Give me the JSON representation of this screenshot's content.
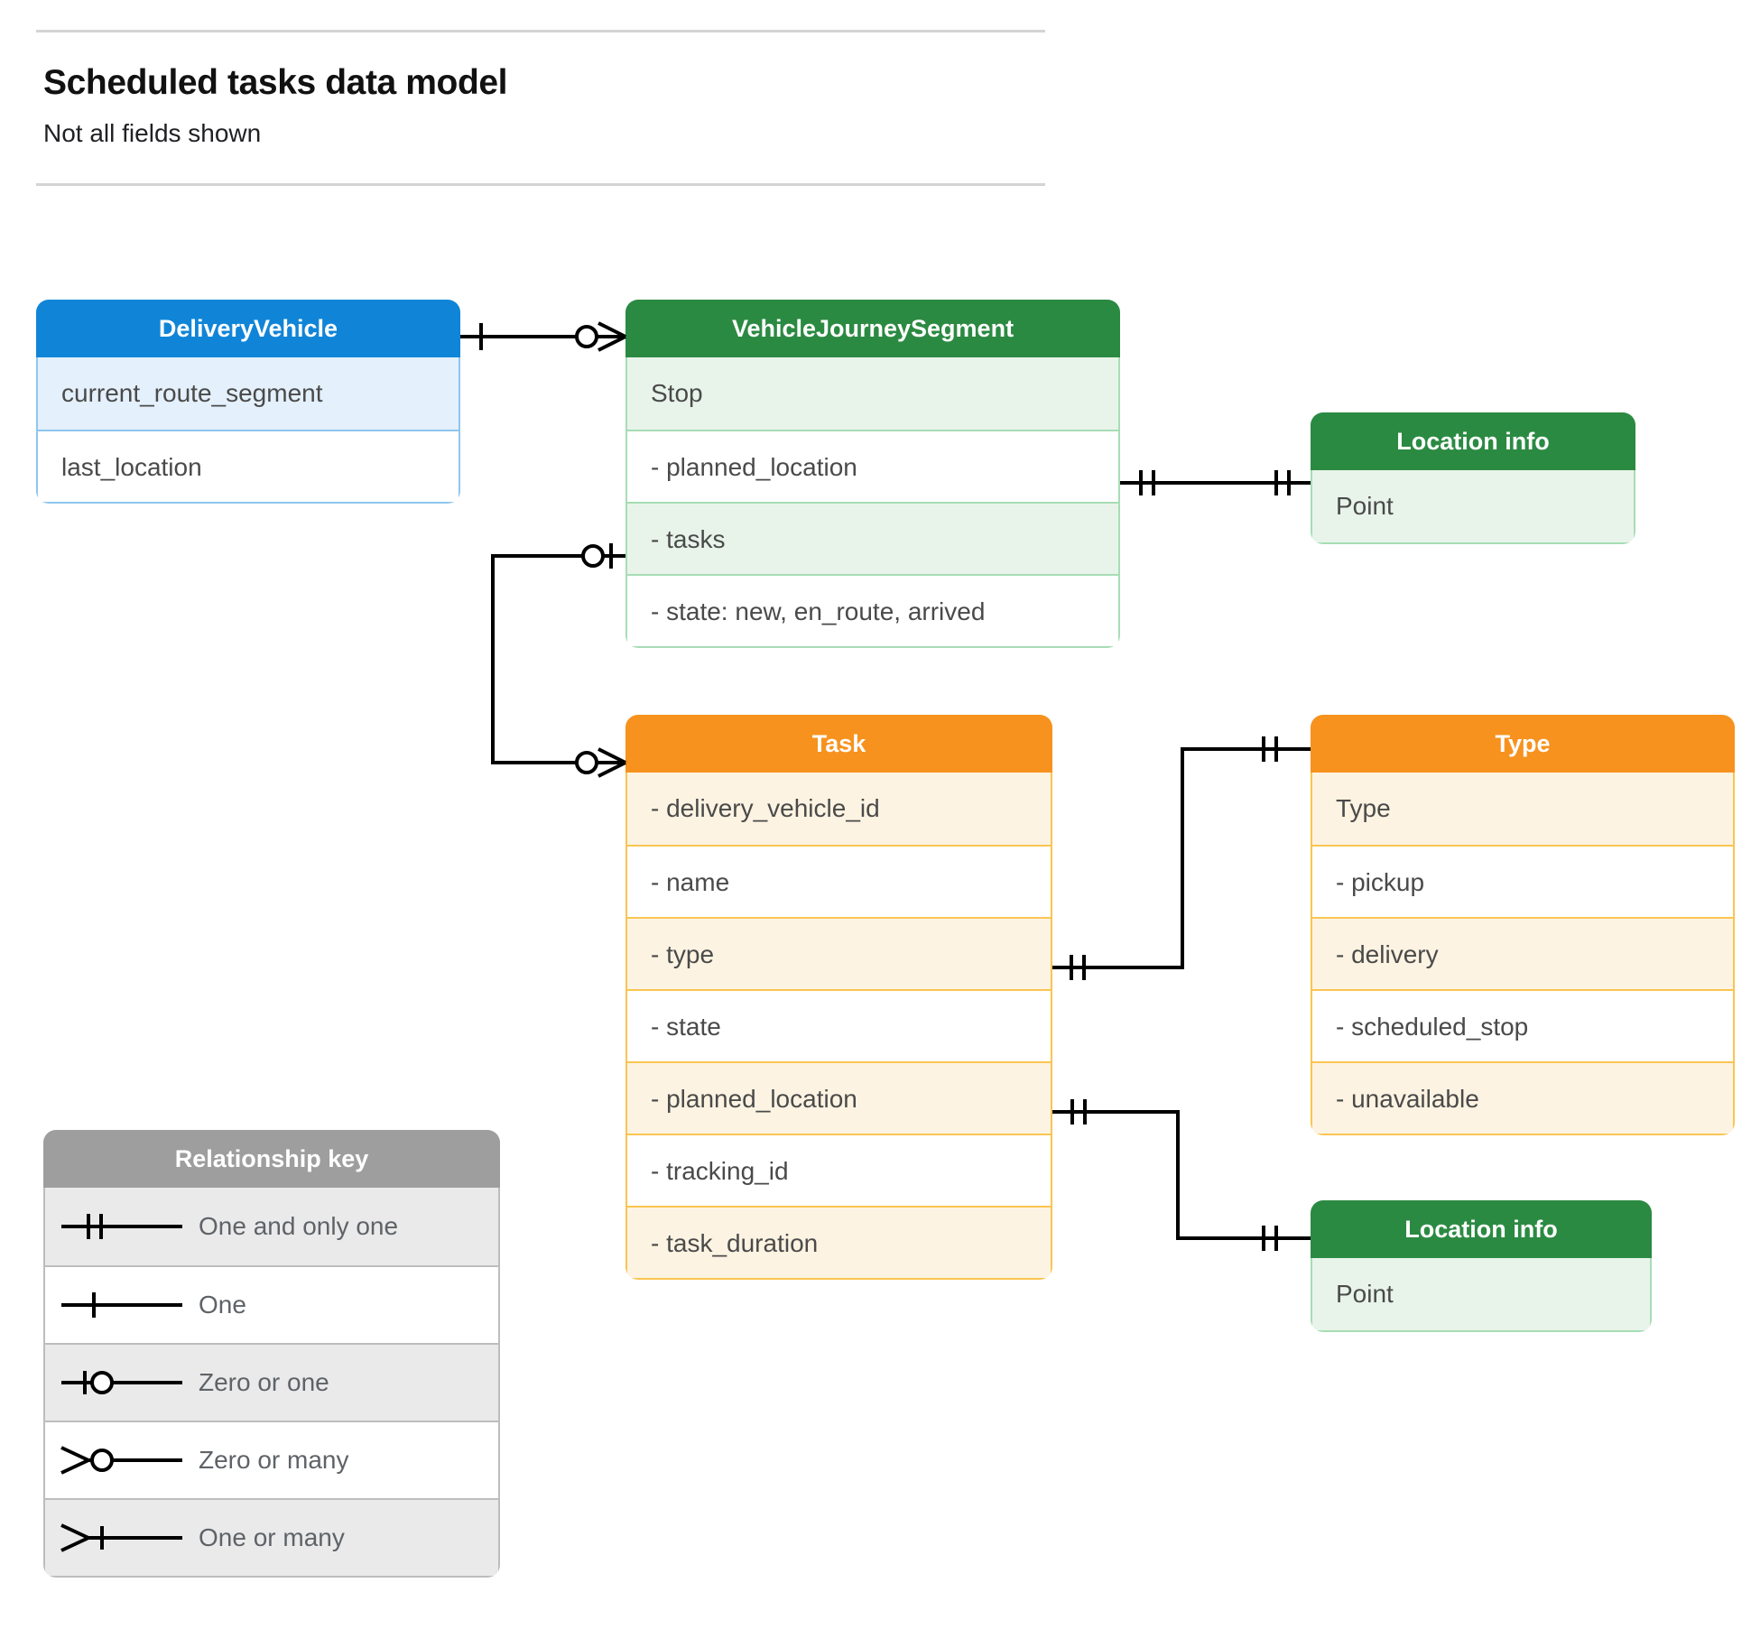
{
  "header": {
    "title": "Scheduled tasks data model",
    "subtitle": "Not all fields shown"
  },
  "entities": {
    "delivery_vehicle": {
      "title": "DeliveryVehicle",
      "color": "#1085d8",
      "rows": [
        "current_route_segment",
        "last_location"
      ]
    },
    "journey_segment": {
      "title": "VehicleJourneySegment",
      "color": "#2b8a42",
      "rows": [
        "Stop",
        "-  planned_location",
        "- tasks",
        "- state: new, en_route, arrived"
      ]
    },
    "location_info_top": {
      "title": "Location info",
      "color": "#2b8a42",
      "rows": [
        "Point"
      ]
    },
    "task": {
      "title": "Task",
      "color": "#f7921e",
      "rows": [
        "- delivery_vehicle_id",
        "- name",
        "- type",
        "- state",
        "- planned_location",
        "- tracking_id",
        "- task_duration"
      ]
    },
    "type": {
      "title": "Type",
      "color": "#f7921e",
      "rows": [
        "Type",
        "-   pickup",
        "-   delivery",
        "-   scheduled_stop",
        "-   unavailable"
      ]
    },
    "location_info_bottom": {
      "title": "Location info",
      "color": "#2b8a42",
      "rows": [
        "Point"
      ]
    }
  },
  "legend": {
    "title": "Relationship key",
    "color": "#9e9e9e",
    "rows": [
      {
        "symbol": "one-and-only-one",
        "label": "One and only one"
      },
      {
        "symbol": "one",
        "label": "One"
      },
      {
        "symbol": "zero-or-one",
        "label": "Zero or one"
      },
      {
        "symbol": "zero-or-many",
        "label": "Zero or many"
      },
      {
        "symbol": "one-or-many",
        "label": "One or many"
      }
    ]
  },
  "relationships": [
    {
      "from": "DeliveryVehicle",
      "from_cardinality": "one",
      "to": "VehicleJourneySegment",
      "to_cardinality": "zero-or-many"
    },
    {
      "from": "VehicleJourneySegment.tasks",
      "from_cardinality": "zero-or-one",
      "to": "Task",
      "to_cardinality": "zero-or-many"
    },
    {
      "from": "VehicleJourneySegment.planned_location",
      "from_cardinality": "one-and-only-one",
      "to": "Location info",
      "to_cardinality": "one-and-only-one"
    },
    {
      "from": "Task.type",
      "from_cardinality": "one-and-only-one",
      "to": "Type",
      "to_cardinality": "one-and-only-one"
    },
    {
      "from": "Task.planned_location",
      "from_cardinality": "one-and-only-one",
      "to": "Location info",
      "to_cardinality": "one-and-only-one"
    }
  ]
}
